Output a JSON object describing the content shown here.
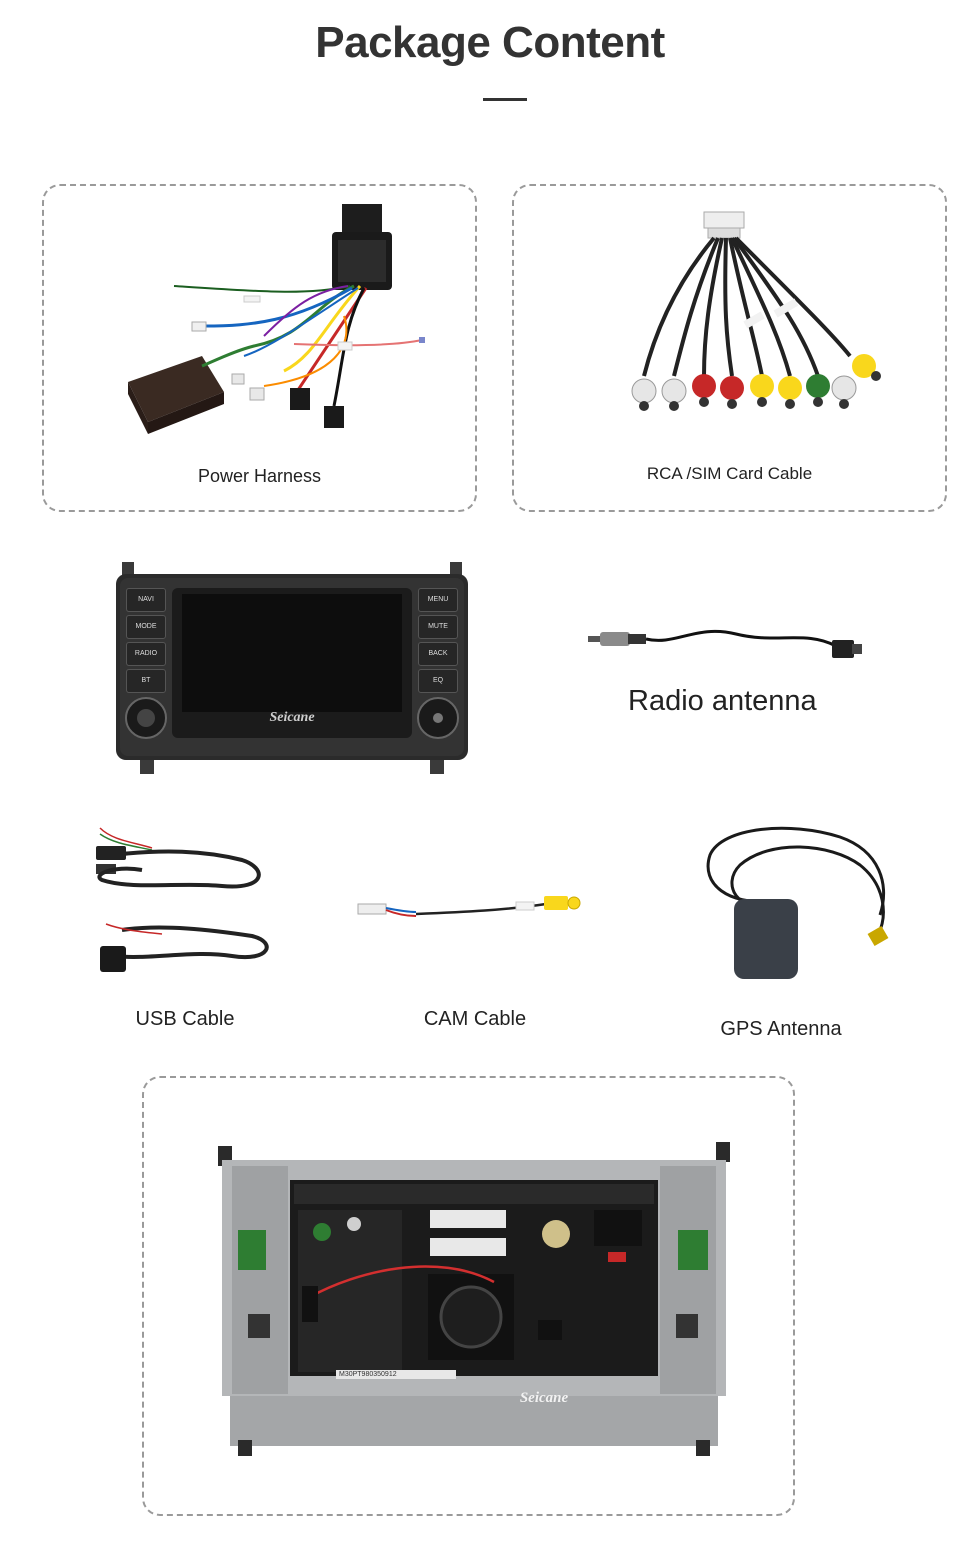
{
  "page": {
    "title": "Package Content"
  },
  "items": {
    "power_harness": "Power Harness",
    "rca_cable": "RCA /SIM Card Cable",
    "radio_antenna": "Radio antenna",
    "usb_cable": "USB Cable",
    "cam_cable": "CAM Cable",
    "gps_antenna": "GPS Antenna"
  },
  "head_unit": {
    "brand": "Seicane",
    "left_buttons": [
      "NAVI",
      "MODE",
      "RADIO",
      "BT"
    ],
    "right_buttons": [
      "MENU",
      "MUTE",
      "BACK",
      "EQ"
    ]
  },
  "rear_unit": {
    "brand": "Seicane",
    "serial": "M30PT980350912"
  }
}
